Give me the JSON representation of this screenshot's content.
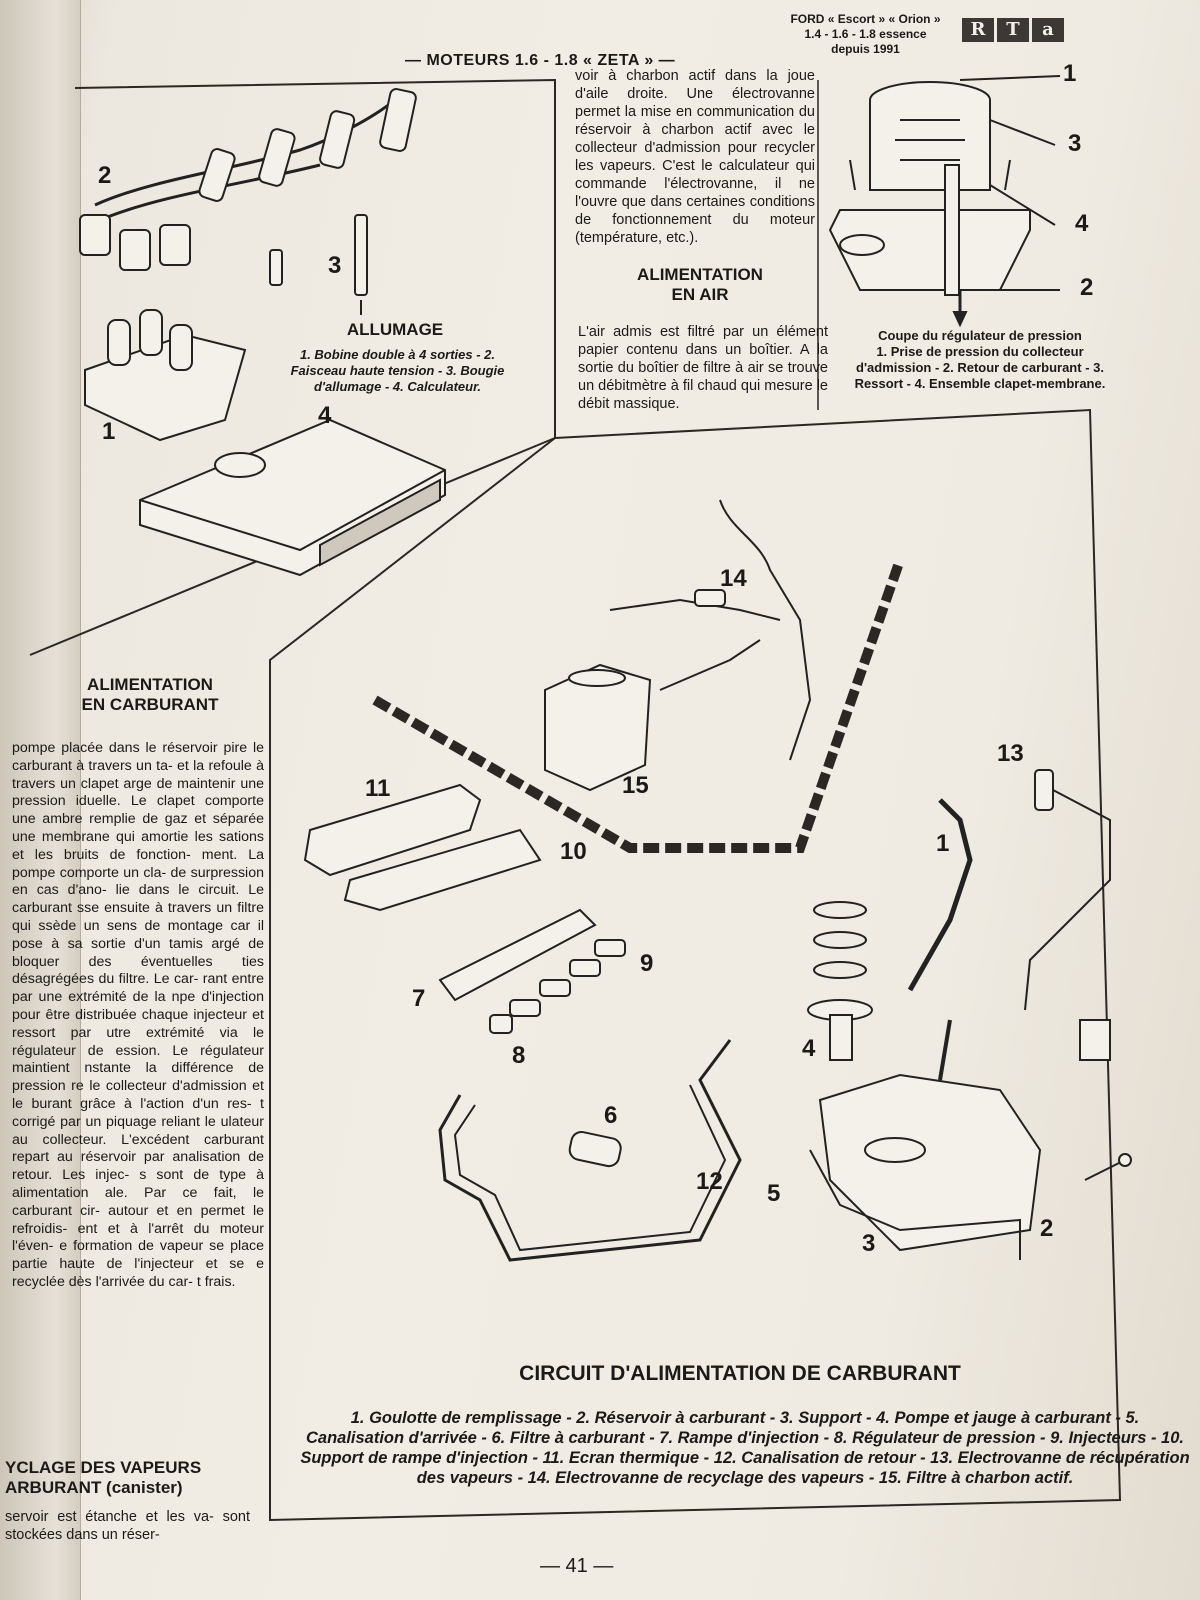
{
  "header": {
    "title": "— MOTEURS 1.6 - 1.8 « ZETA » —",
    "brand_line1": "FORD « Escort » « Orion »",
    "brand_line2": "1.4 - 1.6 - 1.8 essence",
    "brand_line3": "depuis 1991",
    "logo_letters": [
      "R",
      "T",
      "a"
    ]
  },
  "allumage": {
    "title": "ALLUMAGE",
    "caption": "1. Bobine double à 4 sorties - 2. Faisceau haute tension - 3. Bougie d'allumage - 4. Calculateur.",
    "callouts": [
      "1",
      "2",
      "3",
      "4"
    ]
  },
  "top_text": {
    "paragraph": "voir à charbon actif dans la joue d'aile droite. Une électrovanne permet la mise en communication du réservoir à charbon actif avec le collecteur d'admission pour recycler les vapeurs. C'est le calculateur qui commande l'électrovanne, il ne l'ouvre que dans certaines conditions de fonctionnement du moteur (température, etc.)."
  },
  "alimentation_air": {
    "title_line1": "ALIMENTATION",
    "title_line2": "EN AIR",
    "paragraph": "L'air admis est filtré par un élément papier contenu dans un boîtier. A la sortie du boîtier de filtre à air se trouve un débitmètre à fil chaud qui mesure le débit massique."
  },
  "regulateur": {
    "caption_title": "Coupe du régulateur de pression",
    "caption": "1. Prise de pression du collecteur d'admission - 2. Retour de carburant - 3. Ressort - 4. Ensemble clapet-membrane.",
    "callouts": [
      "1",
      "3",
      "4",
      "2"
    ]
  },
  "alimentation_carburant": {
    "title_line1": "ALIMENTATION",
    "title_line2": "EN CARBURANT",
    "paragraph": "pompe placée dans le réservoir pire le carburant à travers un ta- et la refoule à travers un clapet arge de maintenir une pression iduelle. Le clapet comporte une ambre remplie de gaz et séparée une membrane qui amortie les sations et les bruits de fonction- ment. La pompe comporte un cla- de surpression en cas d'ano- lie dans le circuit. Le carburant sse ensuite à travers un filtre qui ssède un sens de montage car il pose à sa sortie d'un tamis argé de bloquer des éventuelles ties désagrégées du filtre. Le car- rant entre par une extrémité de la npe d'injection pour être distribuée chaque injecteur et ressort par utre extrémité via le régulateur de ession. Le régulateur maintient nstante la différence de pression re le collecteur d'admission et le burant grâce à l'action d'un res- t corrigé par un piquage reliant le ulateur au collecteur. L'excédent carburant repart au réservoir par analisation de retour. Les injec- s sont de type à alimentation ale. Par ce fait, le carburant cir- autour et en permet le refroidis- ent et à l'arrêt du moteur l'éven- e formation de vapeur se place partie haute de l'injecteur et se e recyclée dès l'arrivée du car- t frais."
  },
  "recyclage": {
    "title_line1": "YCLAGE DES VAPEURS",
    "title_line2": "ARBURANT (canister)",
    "paragraph": "servoir est étanche et les va- sont stockées dans un réser-"
  },
  "circuit": {
    "title": "CIRCUIT D'ALIMENTATION DE CARBURANT",
    "caption": "1. Goulotte de remplissage - 2. Réservoir à carburant - 3. Support - 4. Pompe et jauge à carburant - 5. Canalisation d'arrivée - 6. Filtre à carburant - 7. Rampe d'injection - 8. Régulateur de pression - 9. Injecteurs - 10. Support de rampe d'injection - 11. Ecran thermique - 12. Canalisation de retour - 13. Electrovanne de récupération des vapeurs - 14. Electrovanne de recyclage des vapeurs - 15. Filtre à charbon actif.",
    "callouts": [
      "1",
      "2",
      "3",
      "4",
      "5",
      "6",
      "7",
      "8",
      "9",
      "10",
      "11",
      "12",
      "13",
      "14",
      "15"
    ]
  },
  "page_number": "— 41 —",
  "colors": {
    "ink": "#1c1a18",
    "paper": "#efebe2",
    "logo_bg": "#3b3835"
  }
}
